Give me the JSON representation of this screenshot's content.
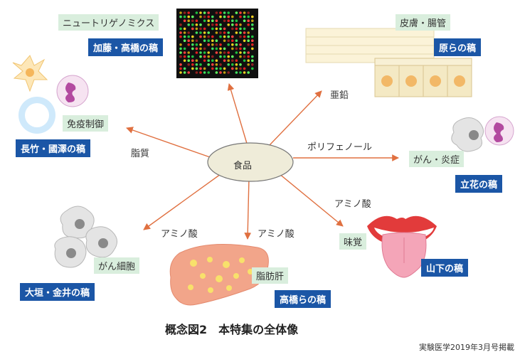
{
  "center": "食品",
  "edges": {
    "shishitsu": "脂質",
    "aen": "亜鉛",
    "polyphenol": "ポリフェノール",
    "amino_taste": "アミノ酸",
    "amino_liver": "アミノ酸",
    "amino_cancer": "アミノ酸"
  },
  "topics": {
    "nutrigenomics": "ニュートリゲノミクス",
    "skin": "皮膚・腸管",
    "immune": "免疫制御",
    "cancer_inflam": "がん・炎症",
    "taste": "味覚",
    "fatty_liver": "脂肪肝",
    "cancer_cell": "がん細胞"
  },
  "authors": {
    "nutrigenomics": "加藤・高橋の稿",
    "skin": "原らの稿",
    "immune": "長竹・國澤の稿",
    "cancer_inflam": "立花の稿",
    "taste": "山下の稿",
    "fatty_liver": "高橋らの稿",
    "cancer_cell": "大垣・金井の稿"
  },
  "caption": "概念図2　本特集の全体像",
  "credit": "実験医学2019年3月号掲載",
  "colors": {
    "arrow": "#e07040",
    "author_badge": "#1b56a6",
    "topic_badge": "#d9eedd"
  }
}
